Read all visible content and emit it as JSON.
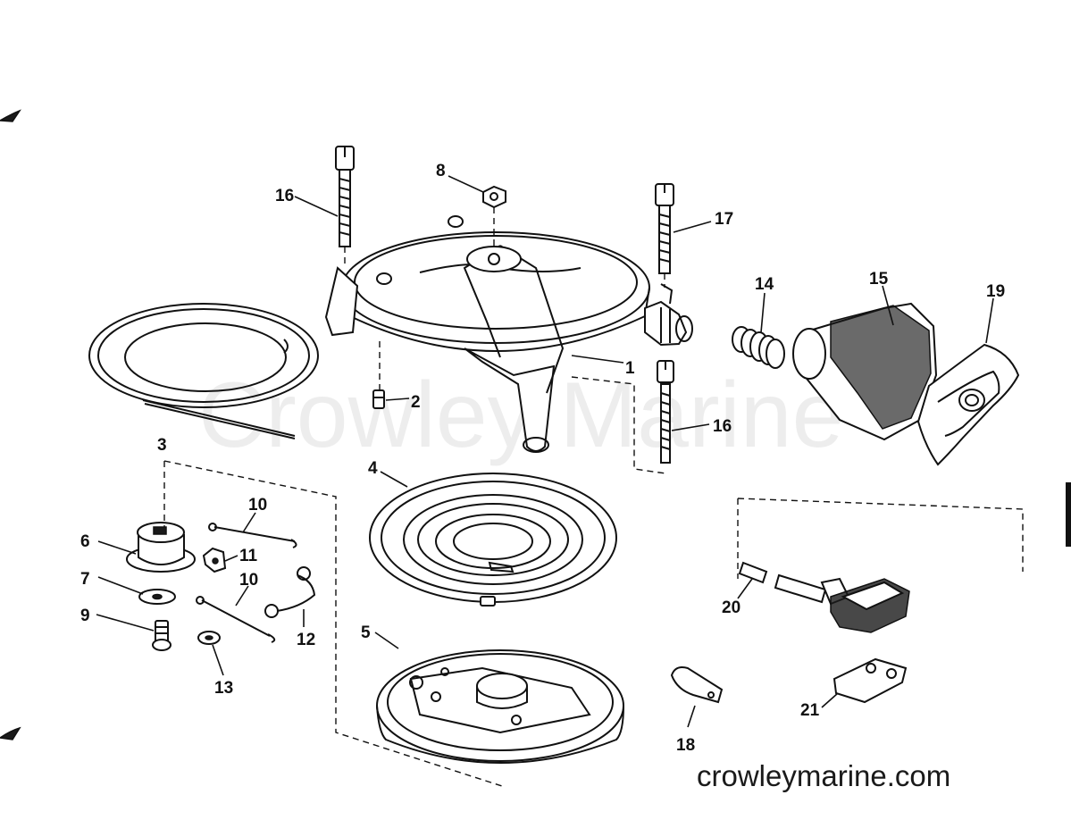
{
  "watermark": "Crowley Marine",
  "site_url": "crowleymarine.com",
  "callouts": {
    "c1": "1",
    "c2": "2",
    "c3": "3",
    "c4": "4",
    "c5": "5",
    "c6": "6",
    "c7": "7",
    "c8": "8",
    "c9": "9",
    "c10a": "10",
    "c10b": "10",
    "c11": "11",
    "c12": "12",
    "c13": "13",
    "c14": "14",
    "c15": "15",
    "c16a": "16",
    "c16b": "16",
    "c17": "17",
    "c18": "18",
    "c19": "19",
    "c20": "20",
    "c21": "21"
  }
}
